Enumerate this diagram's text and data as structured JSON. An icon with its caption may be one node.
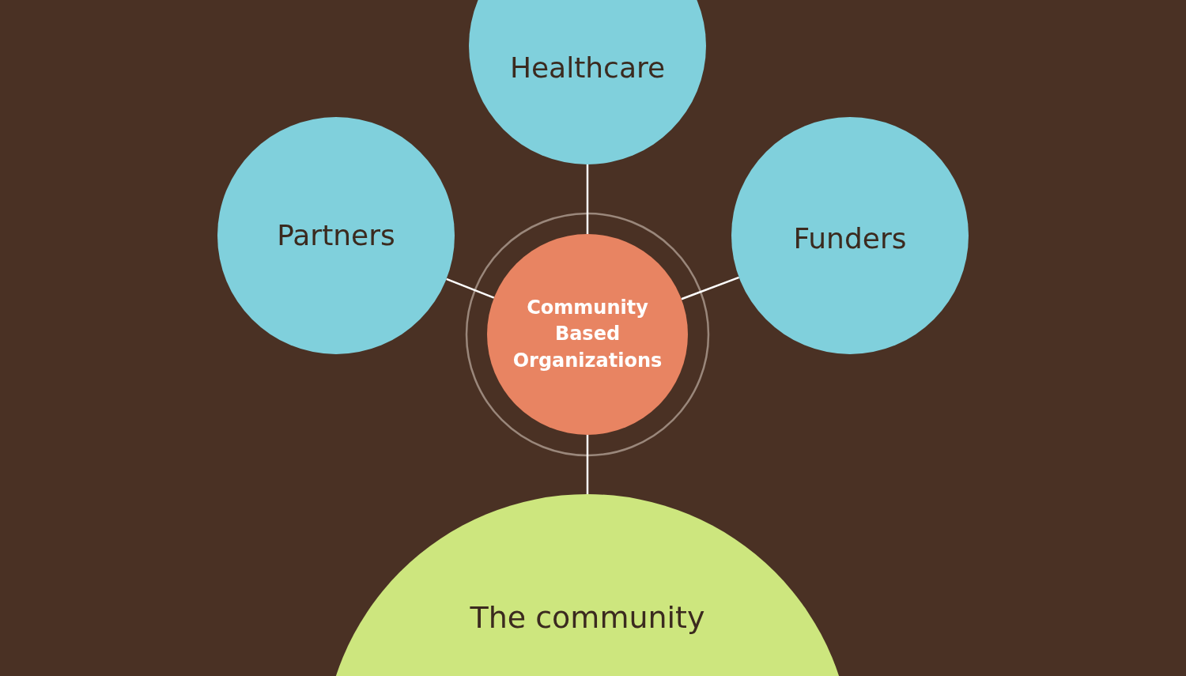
{
  "diagram": {
    "nodes": [
      {
        "text": [
          "Healthcare"
        ]
      },
      {
        "text": [
          "Partners"
        ]
      },
      {
        "text": [
          "Funders"
        ]
      },
      {
        "text": [
          "Community Based Organizations"
        ]
      },
      {
        "text": [
          "The community"
        ]
      }
    ],
    "edges": [
      {
        "from": 3,
        "to": 0,
        "arrow": "none"
      },
      {
        "from": 3,
        "to": 1,
        "arrow": "none"
      },
      {
        "from": 3,
        "to": 2,
        "arrow": "none"
      },
      {
        "from": 3,
        "to": 4,
        "arrow": "none"
      }
    ]
  }
}
